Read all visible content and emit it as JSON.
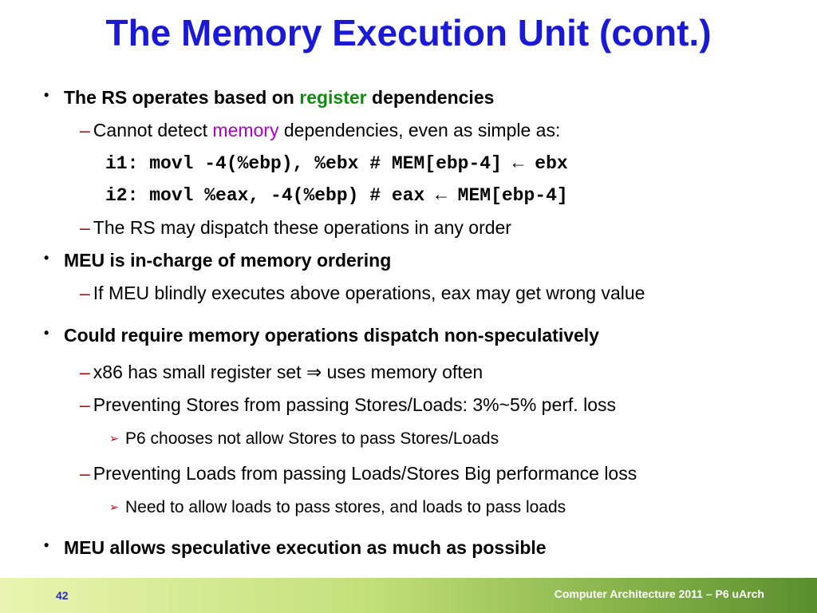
{
  "slide": {
    "title": "The Memory Execution Unit (cont.)",
    "colors": {
      "title": "#1a1ad6",
      "register_word": "#128a12",
      "memory_word": "#b000c8"
    },
    "bullet_glyph": "•",
    "dash_glyph": "–",
    "sub_arrow_icon": "➢",
    "lines": {
      "b1_pre": "The RS operates based on ",
      "b1_hl": "register",
      "b1_post": " dependencies",
      "s1_pre": "Cannot detect ",
      "s1_hl": "memory",
      "s1_post": " dependencies, even as simple as:",
      "code1": "i1: movl -4(%ebp), %ebx  # MEM[ebp-4] ← ebx",
      "code2": "i2: movl %eax, -4(%ebp)  # eax ← MEM[ebp-4]",
      "s2": "The RS may dispatch these operations in any order",
      "b2": "MEU is in-charge of memory ordering",
      "s3": "If MEU blindly executes above operations, eax may get wrong value",
      "b3": "Could require memory operations dispatch non-speculatively",
      "s4_pre": "x86 has small register set ",
      "s4_sym": "⇒",
      "s4_post": " uses memory often",
      "s5": "Preventing Stores from passing Stores/Loads: 3%~5% perf. loss",
      "t1": "P6 chooses not allow Stores to pass Stores/Loads",
      "s6": "Preventing Loads from passing Loads/Stores Big performance loss",
      "t2": "Need to allow loads to pass stores, and loads to pass loads",
      "b4": "MEU allows speculative execution as much as possible"
    }
  },
  "footer": {
    "page_number": "42",
    "course": "Computer Architecture 2011 – P6 uArch"
  }
}
